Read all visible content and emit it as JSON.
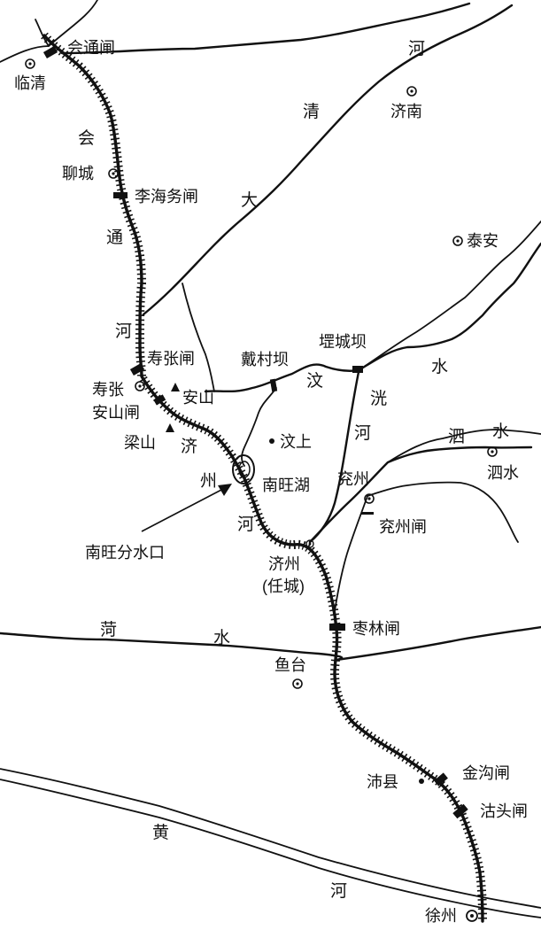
{
  "map": {
    "cities": {
      "linqing": "临清",
      "jinan": "济南",
      "liaocheng": "聊城",
      "taian": "泰安",
      "shouzhang": "寿张",
      "liangshan": "梁山",
      "wenshang": "汶上",
      "yanzhou": "兖州",
      "sishui": "泗水",
      "jizhou": "济州",
      "rencheng": "(任城)",
      "yutai": "鱼台",
      "peixian": "沛县",
      "xuzhou": "徐州"
    },
    "mountains": {
      "anshan": "安山"
    },
    "locks": {
      "huitong": "会通闸",
      "lihaiwu": "李海务闸",
      "shouzhang": "寿张闸",
      "anshan": "安山闸",
      "yanzhou": "兖州闸",
      "zaolin": "枣林闸",
      "jingou": "金沟闸",
      "gutou": "沽头闸"
    },
    "dams": {
      "daicun": "戴村坝",
      "kancheng": "堽城坝"
    },
    "lakes": {
      "nanwang": "南旺湖"
    },
    "annotations": {
      "nanwang_divide": "南旺分水口"
    },
    "river_chars": {
      "huitong": [
        "会",
        "通",
        "河"
      ],
      "daqing": [
        "大",
        "清",
        "河"
      ],
      "wen": [
        "汶",
        "水"
      ],
      "guang": [
        "洸",
        "河"
      ],
      "si": [
        "泗",
        "水"
      ],
      "jizhou": [
        "济",
        "州",
        "河"
      ],
      "he": [
        "菏",
        "水"
      ],
      "huang": [
        "黄",
        "河"
      ]
    }
  }
}
